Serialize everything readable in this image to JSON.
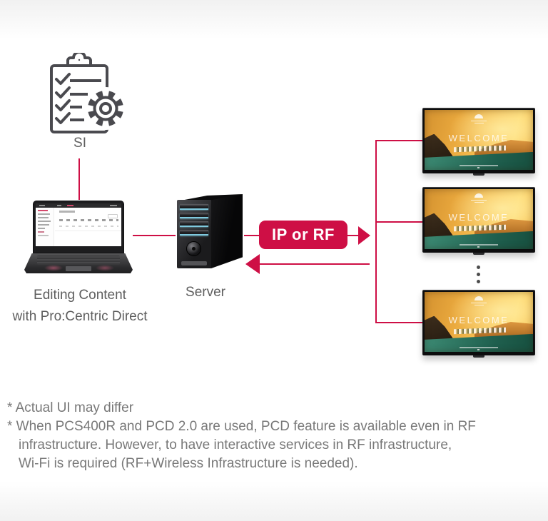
{
  "page": {
    "background": "#ffffff",
    "accent": "#ce0f45"
  },
  "diagram": {
    "si": {
      "label": "SI",
      "icon": "clipboard-checklist-gear"
    },
    "editor": {
      "label_line1": "Editing Content",
      "label_line2": "with Pro:Centric Direct",
      "device": "laptop-with-pcd-ui"
    },
    "server": {
      "label": "Server",
      "device": "server-tower"
    },
    "transport_badge": {
      "label": "IP or RF"
    },
    "flows": [
      {
        "from": "SI",
        "to": "laptop",
        "style": "line"
      },
      {
        "from": "laptop",
        "to": "server",
        "style": "line"
      },
      {
        "from": "server",
        "to": "displays",
        "style": "arrow-right",
        "via": "IP or RF"
      },
      {
        "from": "displays",
        "to": "server",
        "style": "arrow-left"
      }
    ],
    "displays": {
      "count_shown": 3,
      "welcome_text": "WELCOME",
      "more_indicator": "vertical-ellipsis"
    }
  },
  "footnotes": [
    {
      "lines": [
        "* Actual UI may differ"
      ]
    },
    {
      "lines": [
        "* When PCS400R and PCD 2.0 are used, PCD feature is available even in RF",
        "infrastructure. However, to have interactive services in RF infrastructure,",
        "Wi-Fi is required (RF+Wireless Infrastructure is needed)."
      ]
    }
  ]
}
